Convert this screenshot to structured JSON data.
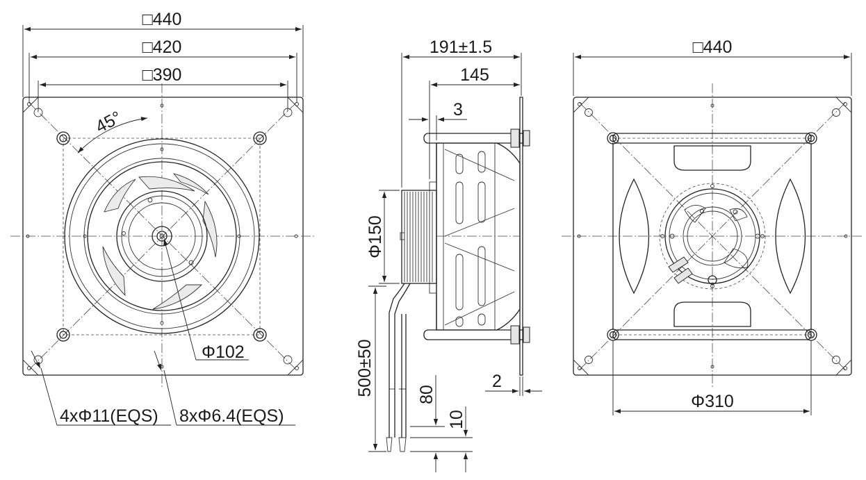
{
  "dimensions": {
    "front_outer_square": "□440",
    "front_flange_square": "□420",
    "front_hole_square": "□390",
    "angle": "45°",
    "inlet_diameter": "Φ102",
    "mount_holes": "4xΦ11(EQS)",
    "flange_holes": "8xΦ6.4(EQS)",
    "side_total_depth": "191±1.5",
    "side_body_depth": "145",
    "side_flange_offset": "3",
    "motor_diameter": "Φ150",
    "cable_length": "500±50",
    "strip_length": "80",
    "wire_end": "10",
    "flange_thickness": "2",
    "rear_outer_square": "□440",
    "rear_bolt_circle": "Φ310"
  },
  "colors": {
    "line": "#222222",
    "fill": "#e6e6e6",
    "background": "#ffffff"
  }
}
